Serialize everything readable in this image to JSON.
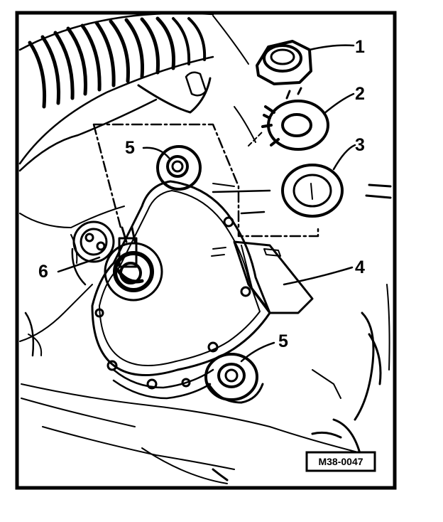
{
  "callouts": {
    "c1": "1",
    "c2": "2",
    "c3": "3",
    "c4": "4",
    "c5_top": "5",
    "c5_bottom": "5",
    "c6": "6"
  },
  "figure_ref": "M38-0047",
  "colors": {
    "ink": "#000000",
    "paper": "#ffffff"
  }
}
